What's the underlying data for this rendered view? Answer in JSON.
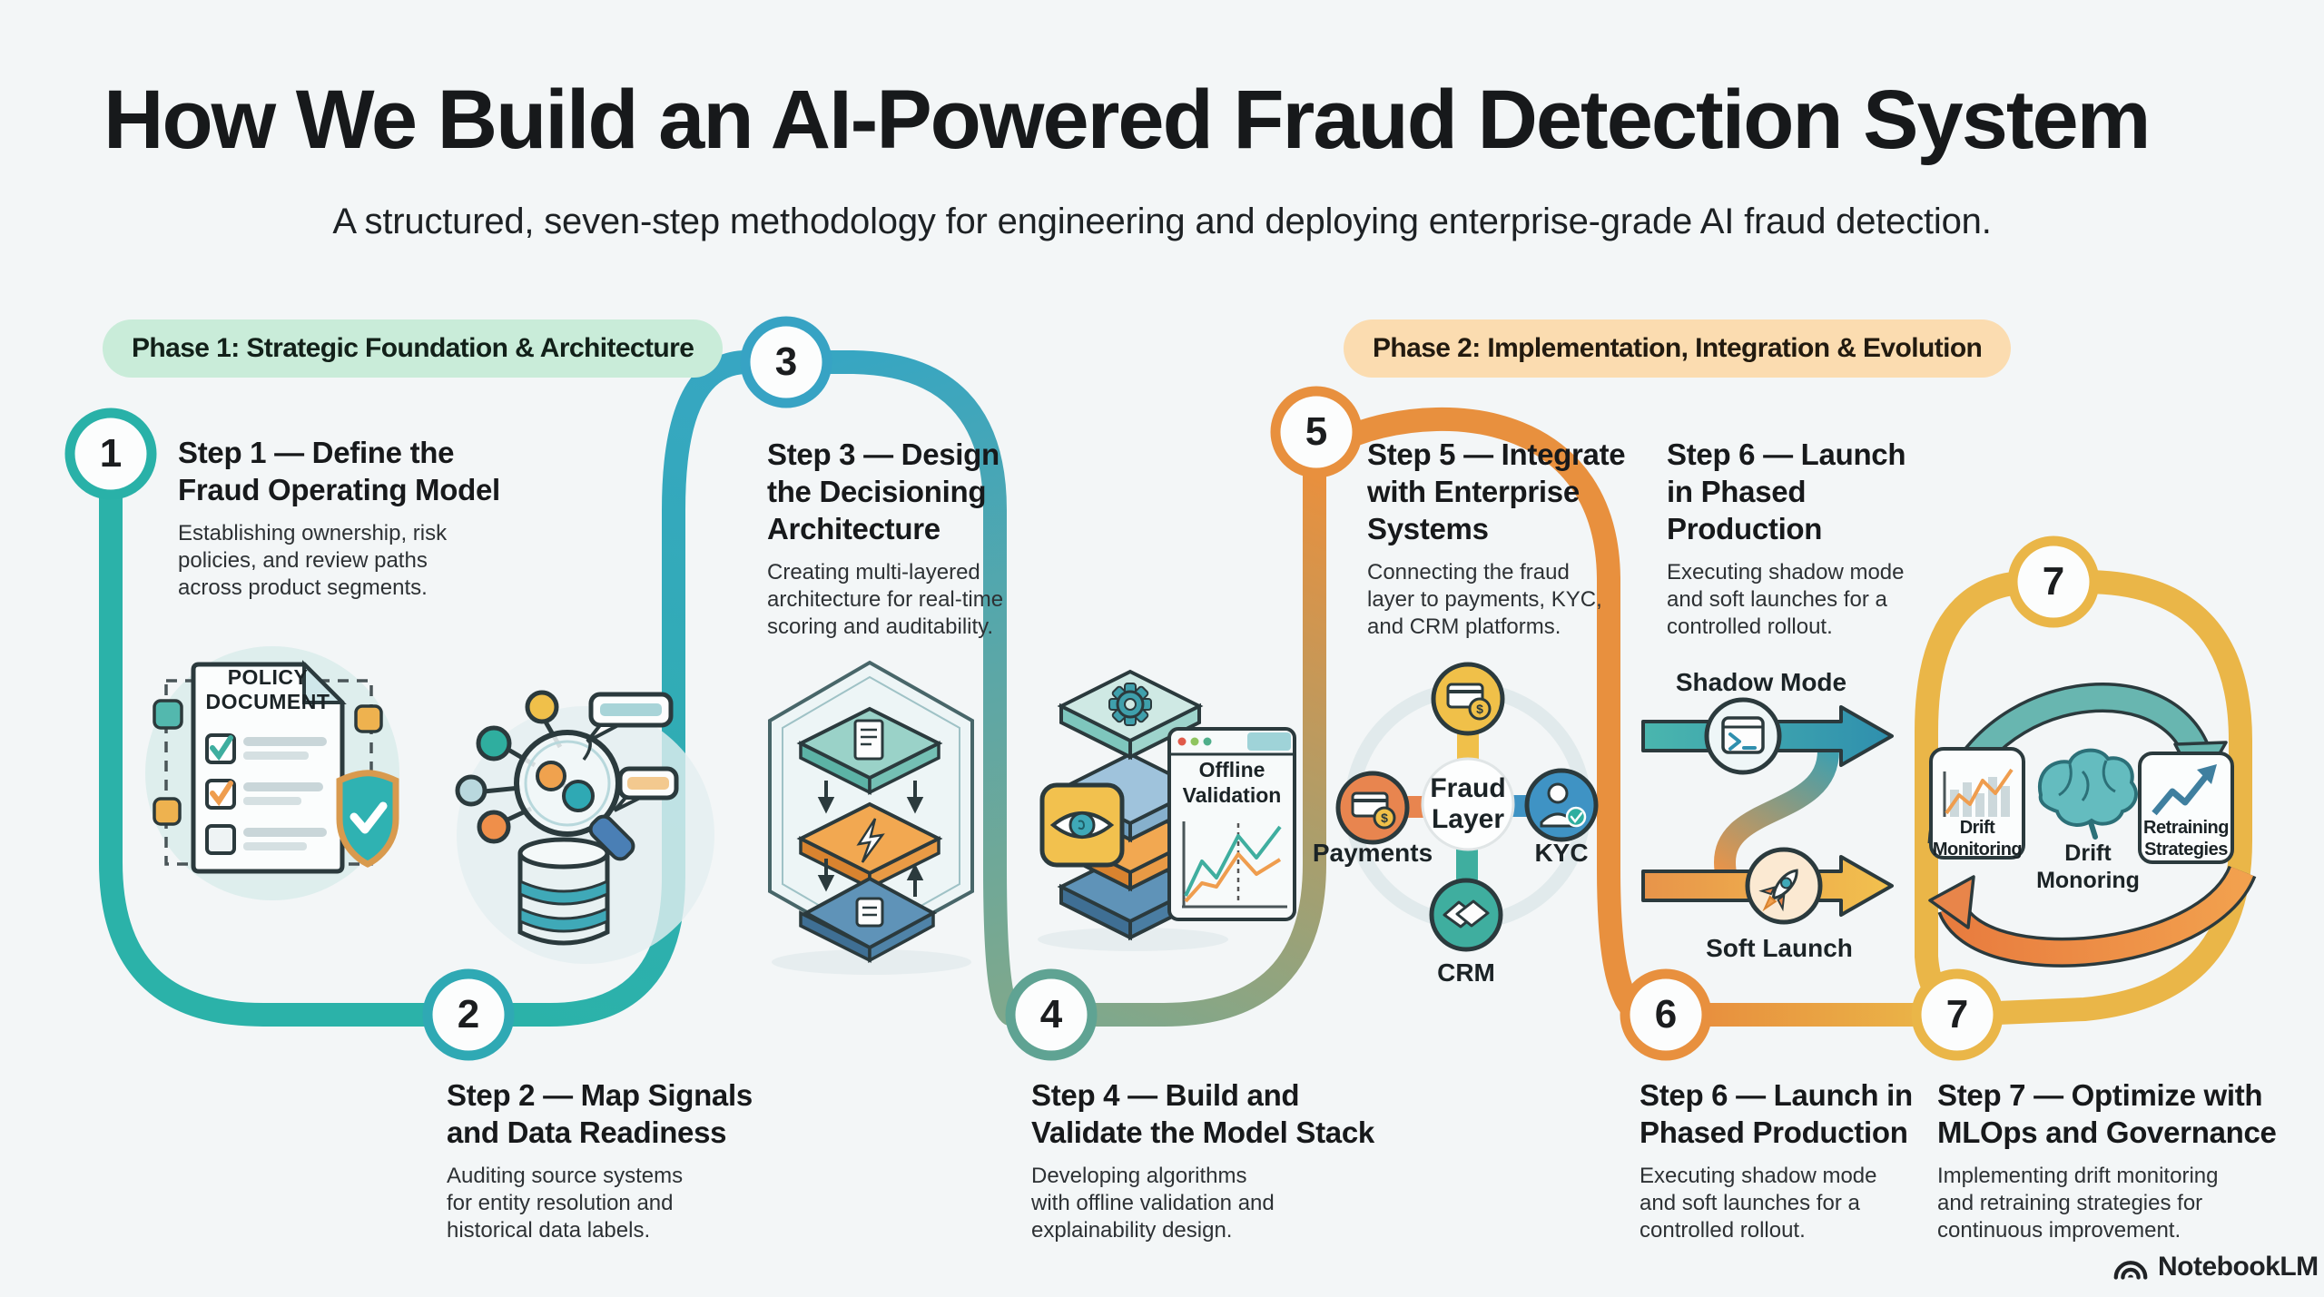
{
  "header": {
    "title": "How We Build an AI-Powered Fraud Detection System",
    "subtitle": "A structured, seven-step methodology for engineering and deploying enterprise-grade AI fraud detection."
  },
  "phases": {
    "phase1": {
      "label": "Phase 1: Strategic Foundation & Architecture",
      "bg": "#c9ecd9"
    },
    "phase2": {
      "label": "Phase 2: Implementation, Integration & Evolution",
      "bg": "#fbdcb0"
    }
  },
  "markers": [
    {
      "n": "1",
      "color": "#29b1a8"
    },
    {
      "n": "2",
      "color": "#2fa9b4"
    },
    {
      "n": "3",
      "color": "#37a3c4"
    },
    {
      "n": "4",
      "color": "#5fa393"
    },
    {
      "n": "5",
      "color": "#e8903e"
    },
    {
      "n": "6",
      "color": "#e8903e"
    },
    {
      "n": "7",
      "color": "#eab648"
    },
    {
      "n": "7",
      "color": "#eab648"
    }
  ],
  "steps": {
    "s1": {
      "title_lines": [
        "Step 1 — Define the",
        "Fraud Operating Model"
      ],
      "desc_lines": [
        "Establishing ownership, risk",
        "policies, and review paths",
        "across product segments."
      ]
    },
    "s2": {
      "title_lines": [
        "Step 2 — Map Signals",
        "and Data Readiness"
      ],
      "desc_lines": [
        "Auditing source systems",
        "for entity resolution and",
        "historical data labels."
      ]
    },
    "s3": {
      "title_lines": [
        "Step 3 — Design",
        "the Decisioning",
        "Architecture"
      ],
      "desc_lines": [
        "Creating multi-layered",
        "architecture for real-time",
        "scoring and auditability."
      ]
    },
    "s4": {
      "title_lines": [
        "Step 4 — Build and",
        "Validate the Model Stack"
      ],
      "desc_lines": [
        "Developing algorithms",
        "with offline validation and",
        "explainability design."
      ]
    },
    "s5": {
      "title_lines": [
        "Step 5 — Integrate",
        "with Enterprise",
        "Systems"
      ],
      "desc_lines": [
        "Connecting the fraud",
        "layer to payments, KYC,",
        "and CRM platforms."
      ]
    },
    "s6_top": {
      "title_lines": [
        "Step 6 — Launch",
        "in Phased",
        "Production"
      ],
      "desc_lines": [
        "Executing shadow mode",
        "and soft launches for a",
        "controlled rollout."
      ]
    },
    "s6_bottom": {
      "title_lines": [
        "Step 6 — Launch in",
        "Phased Production"
      ],
      "desc_lines": [
        "Executing shadow mode",
        "and soft launches for a",
        "controlled rollout."
      ]
    },
    "s7": {
      "title_lines": [
        "Step 7 — Optimize with",
        "MLOps and Governance"
      ],
      "desc_lines": [
        "Implementing drift monitoring",
        "and retraining strategies for",
        "continuous improvement."
      ]
    }
  },
  "graphics": {
    "policy_document": {
      "lines": [
        "POLICY",
        "DOCUMENT"
      ]
    },
    "offline_validation": {
      "lines": [
        "Offline",
        "Validation"
      ]
    },
    "integration": {
      "hub_lines": [
        "Fraud",
        "Layer"
      ],
      "payments_label": "Payments",
      "kyc_label": "KYC",
      "crm_label": "CRM",
      "currency_symbol": "$"
    },
    "launch": {
      "shadow_mode_label": "Shadow Mode",
      "soft_launch_label": "Soft Launch"
    },
    "optimize": {
      "drift_monitoring_lines": [
        "Drift",
        "Monitoring"
      ],
      "brain_label_lines": [
        "Drift",
        "Monoring"
      ],
      "retraining_lines": [
        "Retraining",
        "Strategies"
      ]
    }
  },
  "footer": {
    "brand": "NotebookLM"
  },
  "colors": {
    "background": "#f3f6f7",
    "band_teal": "#2bb2a9",
    "band_blue": "#37a6c2",
    "band_sage": "#7fa88c",
    "band_orange": "#e8903e",
    "band_amber": "#eab648",
    "phase1_bg": "#c9ecd9",
    "phase2_bg": "#fbdcb0"
  }
}
